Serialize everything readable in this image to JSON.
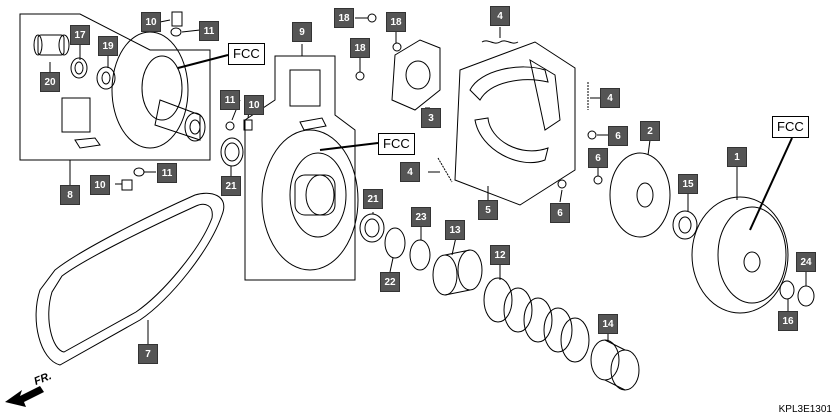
{
  "callouts": [
    {
      "id": "c1",
      "label": "1"
    },
    {
      "id": "c2",
      "label": "2"
    },
    {
      "id": "c3",
      "label": "3"
    },
    {
      "id": "c4a",
      "label": "4"
    },
    {
      "id": "c4b",
      "label": "4"
    },
    {
      "id": "c4c",
      "label": "4"
    },
    {
      "id": "c5",
      "label": "5"
    },
    {
      "id": "c6a",
      "label": "6"
    },
    {
      "id": "c6b",
      "label": "6"
    },
    {
      "id": "c6c",
      "label": "6"
    },
    {
      "id": "c7",
      "label": "7"
    },
    {
      "id": "c8",
      "label": "8"
    },
    {
      "id": "c9",
      "label": "9"
    },
    {
      "id": "c10a",
      "label": "10"
    },
    {
      "id": "c10b",
      "label": "10"
    },
    {
      "id": "c10c",
      "label": "10"
    },
    {
      "id": "c11a",
      "label": "11"
    },
    {
      "id": "c11b",
      "label": "11"
    },
    {
      "id": "c11c",
      "label": "11"
    },
    {
      "id": "c12",
      "label": "12"
    },
    {
      "id": "c13",
      "label": "13"
    },
    {
      "id": "c14",
      "label": "14"
    },
    {
      "id": "c15",
      "label": "15"
    },
    {
      "id": "c16",
      "label": "16"
    },
    {
      "id": "c17",
      "label": "17"
    },
    {
      "id": "c18a",
      "label": "18"
    },
    {
      "id": "c18b",
      "label": "18"
    },
    {
      "id": "c18c",
      "label": "18"
    },
    {
      "id": "c19",
      "label": "19"
    },
    {
      "id": "c20",
      "label": "20"
    },
    {
      "id": "c21a",
      "label": "21"
    },
    {
      "id": "c21b",
      "label": "21"
    },
    {
      "id": "c22",
      "label": "22"
    },
    {
      "id": "c23",
      "label": "23"
    },
    {
      "id": "c24",
      "label": "24"
    }
  ],
  "fcc_labels": [
    "FCC",
    "FCC",
    "FCC"
  ],
  "direction_label": "FR.",
  "diagram_code": "KPL3E1301"
}
